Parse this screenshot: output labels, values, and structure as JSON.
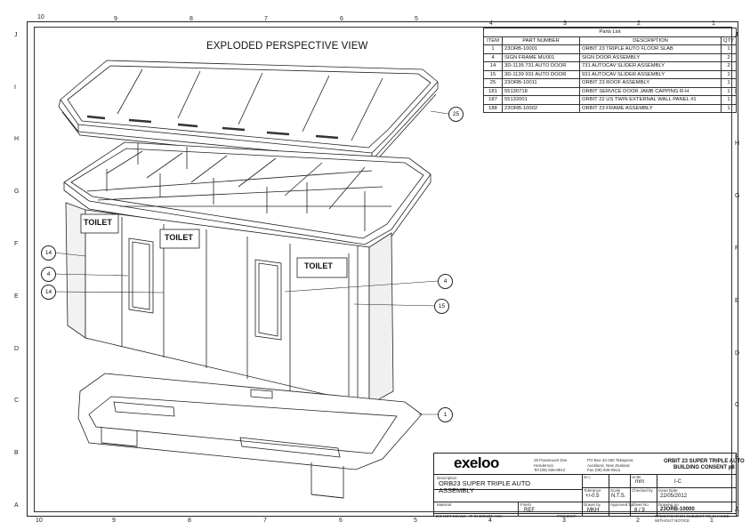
{
  "view_title": "EXPLODED PERSPECTIVE VIEW",
  "zones": {
    "top_numbers": [
      "10",
      "9",
      "8",
      "7",
      "6",
      "5",
      "4",
      "3",
      "2",
      "1"
    ],
    "bottom_numbers": [
      "10",
      "9",
      "8",
      "7",
      "6",
      "5",
      "4",
      "3",
      "2",
      "1"
    ],
    "side_letters": [
      "J",
      "I",
      "H",
      "G",
      "F",
      "E",
      "D",
      "C",
      "B",
      "A"
    ]
  },
  "parts_list": {
    "caption": "Parts List",
    "headers": [
      "ITEM",
      "PART NUMBER",
      "DESCRIPTION",
      "QTY"
    ],
    "rows": [
      {
        "item": "1",
        "part": "23ORB-10001",
        "desc": "ORBIT 23 TRIPLE AUTO FLOOR SLAB",
        "qty": "1"
      },
      {
        "item": "4",
        "part": "SIGN FRAME MU001",
        "desc": "SIGN DOOR  ASSEMBLY",
        "qty": "2"
      },
      {
        "item": "14",
        "part": "3D-1135 731 AUTO DOOR",
        "desc": "731 AUTOCAV SLIDER ASSEMBLY",
        "qty": "2"
      },
      {
        "item": "15",
        "part": "3D-1139 931 AUTO DOOR",
        "desc": "931 AUTOCAV SLIDER ASSEMBLY",
        "qty": "1"
      },
      {
        "item": "25",
        "part": "23ORB-10011",
        "desc": "ORBIT 23 ROOF ASSEMBLY",
        "qty": "1"
      },
      {
        "item": "181",
        "part": "55130718",
        "desc": "ORBIT SERVICE DOOR JAMB CAPPING R-H",
        "qty": "1"
      },
      {
        "item": "187",
        "part": "55132001",
        "desc": "ORBIT 22 US TWIN EXTERNAL WALL PANEL #1",
        "qty": "1"
      },
      {
        "item": "188",
        "part": "23ORB-10002",
        "desc": "ORBIT 23 FRAME ASSEMBLY",
        "qty": "1"
      }
    ]
  },
  "signs": [
    "TOILET",
    "TOILET",
    "TOILET"
  ],
  "balloons": [
    "25",
    "14",
    "4",
    "14",
    "4",
    "15",
    "1"
  ],
  "title_block": {
    "logo": "exeloo",
    "address_1": "26 Paramount Dve\nHenderson\nTel (09) 836-8912",
    "address_2": "PO Box 33-256 Takapuna\nAuckland, New Zealand\nFax (09) 836-8913",
    "drawing_title": "ORBIT 23 SUPER TRIPLE AUTO\nBUILDING CONSENT p8",
    "description_label": "Description",
    "description": "ORB23 SUPER TRIPLE AUTO\nASSEMBLY",
    "material_label": "Material",
    "finish_label": "Finish",
    "finish": "REF",
    "tolerance_label": "Tolerance",
    "tolerance": "+/-0.5",
    "scale_label": "Scale",
    "scale": "N.T.S.",
    "units_label": "Units",
    "units": "mm",
    "rev": "I-C",
    "drawn_label": "Drawn by",
    "drawn": "MKH",
    "approved_label": "Approved by",
    "checked_label": "Checked by",
    "issue_label": "Issue Date",
    "issue_date": "22/05/2012",
    "sheet_label": "Sheet No",
    "sheet": "8 / 9",
    "drawing_no_label": "Drawing no",
    "drawing_no": "23ORB-10000",
    "note_scale": "DO NOT SCALE - IF IN DOUBT ASK",
    "note_project": "PROJECT:",
    "note_spec": "SPECIFICATION SUBJECT TO CHANGE WITHOUT NOTICE"
  }
}
